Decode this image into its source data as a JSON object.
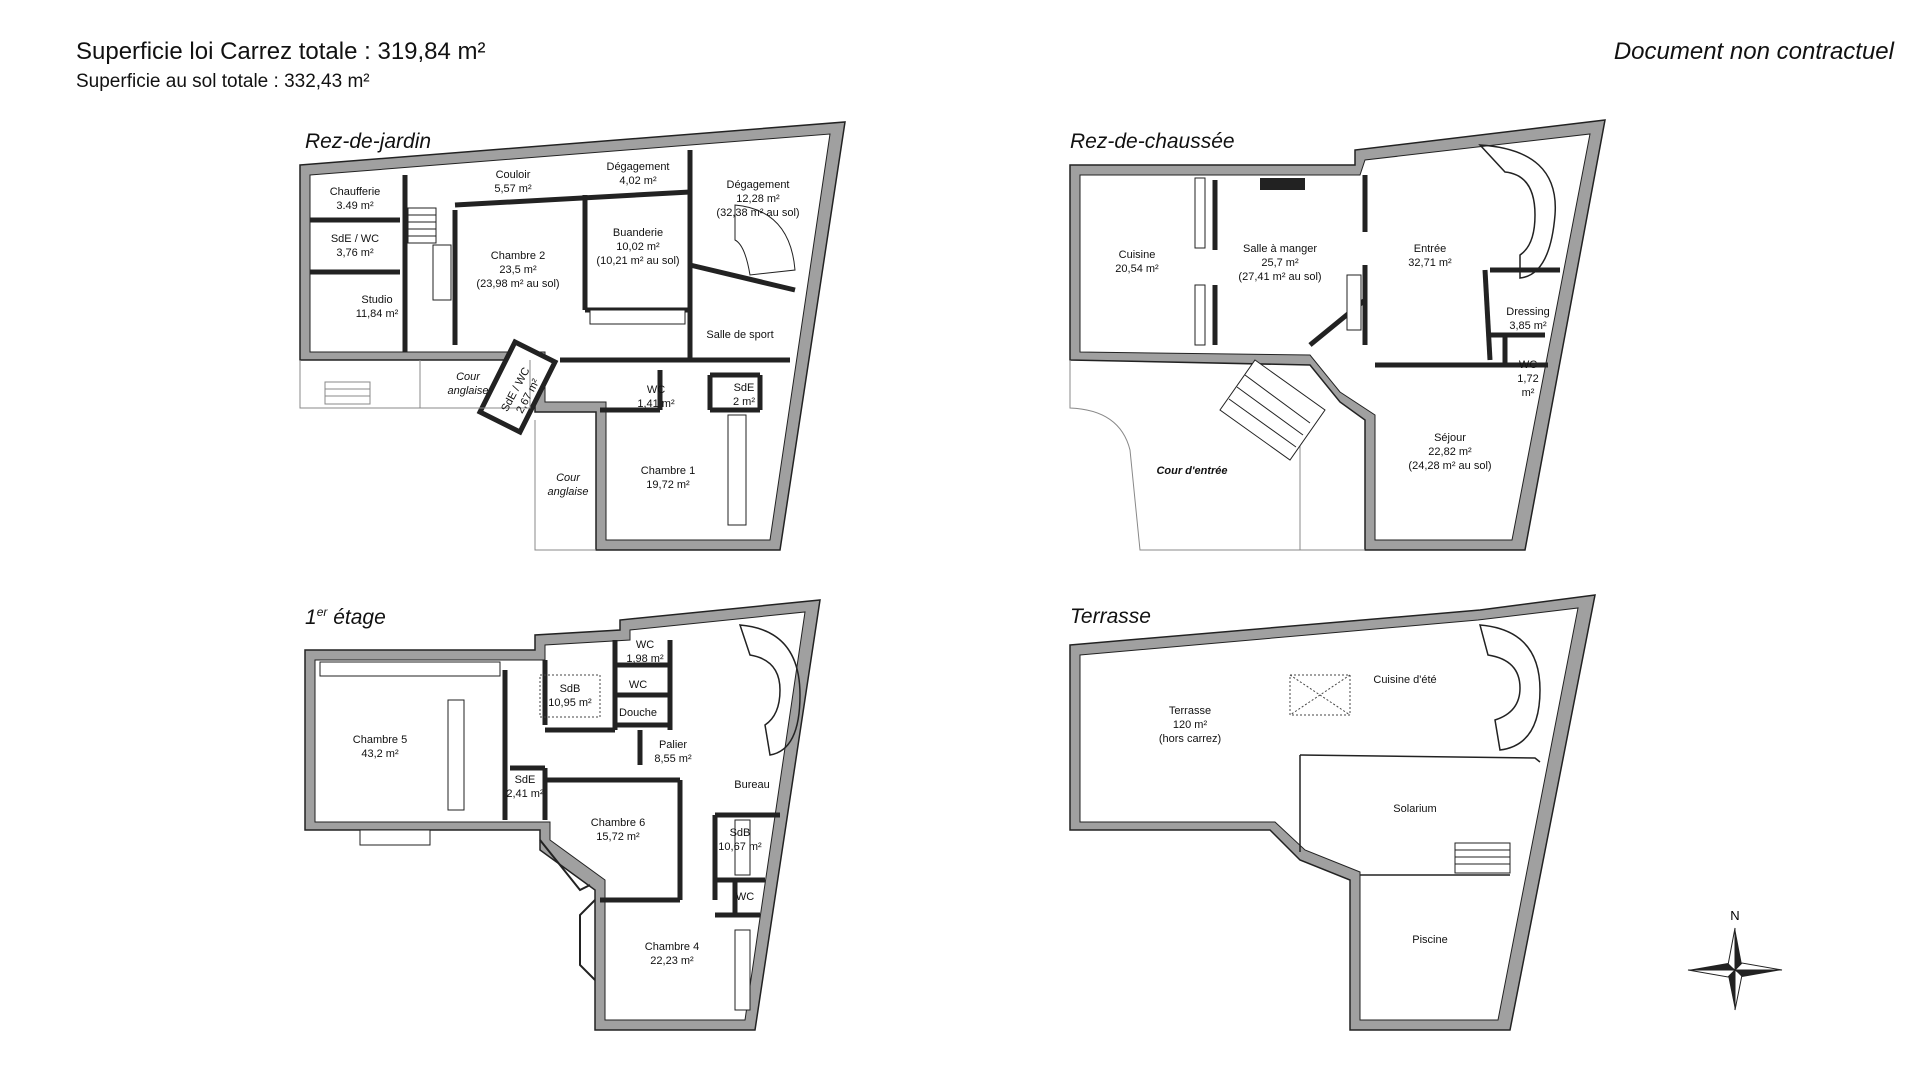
{
  "header": {
    "carrez": "Superficie loi Carrez totale : 319,84 m²",
    "sol": "Superficie au sol totale : 332,43 m²",
    "disclaimer": "Document non contractuel"
  },
  "levels": {
    "rdj": "Rez-de-jardin",
    "rdc": "Rez-de-chaussée",
    "etage_sup": "er",
    "etage_main": " étage",
    "etage_num": "1",
    "terrasse": "Terrasse"
  },
  "rdj": {
    "chaufferie": [
      "Chaufferie",
      "3.49 m²"
    ],
    "couloir": [
      "Couloir",
      "5,57 m²"
    ],
    "degagement1": [
      "Dégagement",
      "4,02 m²"
    ],
    "degagement2": [
      "Dégagement",
      "12,28 m²",
      "(32,38 m² au sol)"
    ],
    "sdewc": [
      "SdE / WC",
      "3,76 m²"
    ],
    "chambre2": [
      "Chambre 2",
      "23,5 m²",
      "(23,98 m² au sol)"
    ],
    "buanderie": [
      "Buanderie",
      "10,02 m²",
      "(10,21 m² au sol)"
    ],
    "studio": [
      "Studio",
      "11,84 m²"
    ],
    "sport": [
      "Salle de sport"
    ],
    "cour1": [
      "Cour",
      "anglaise"
    ],
    "sdewc2": [
      "SdE / WC",
      "2,67 m²"
    ],
    "wc": [
      "WC",
      "1,41 m²"
    ],
    "sde": [
      "SdE",
      "2 m²"
    ],
    "cour2": [
      "Cour",
      "anglaise"
    ],
    "chambre1": [
      "Chambre 1",
      "19,72 m²"
    ]
  },
  "rdc": {
    "cuisine": [
      "Cuisine",
      "20,54 m²"
    ],
    "salle": [
      "Salle à manger",
      "25,7 m²",
      "(27,41 m² au sol)"
    ],
    "entree": [
      "Entrée",
      "32,71 m²"
    ],
    "dressing": [
      "Dressing",
      "3,85 m²"
    ],
    "wc": [
      "WC",
      "1,72",
      "m²"
    ],
    "sejour": [
      "Séjour",
      "22,82 m²",
      "(24,28 m² au sol)"
    ],
    "cour": [
      "Cour d'entrée"
    ]
  },
  "etage": {
    "wc1": [
      "WC",
      "1,98 m²"
    ],
    "sdb1": [
      "SdB",
      "10,95 m²"
    ],
    "wc2": [
      "WC"
    ],
    "douche": [
      "Douche"
    ],
    "chambre5": [
      "Chambre 5",
      "43,2 m²"
    ],
    "palier": [
      "Palier",
      "8,55 m²"
    ],
    "sde": [
      "SdE",
      "2,41 m²"
    ],
    "bureau": [
      "Bureau"
    ],
    "chambre6": [
      "Chambre 6",
      "15,72 m²"
    ],
    "sdb2": [
      "SdB",
      "10,67 m²"
    ],
    "wc3": [
      "WC"
    ],
    "chambre4": [
      "Chambre 4",
      "22,23 m²"
    ]
  },
  "terrasse": {
    "terrasse": [
      "Terrasse",
      "120 m²",
      "(hors carrez)"
    ],
    "cuisine": [
      "Cuisine d'été"
    ],
    "solarium": [
      "Solarium"
    ],
    "piscine": [
      "Piscine"
    ]
  },
  "compass": {
    "north": "N"
  },
  "colors": {
    "wall": "#9a9a9a",
    "wall_stroke": "#222222",
    "background": "#ffffff"
  }
}
